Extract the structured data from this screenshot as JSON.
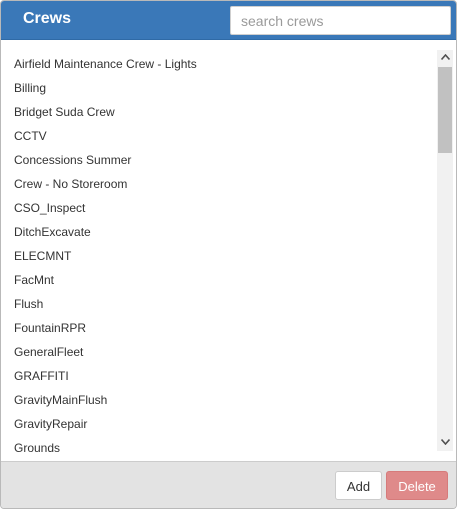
{
  "header": {
    "title": "Crews",
    "search_placeholder": "search crews",
    "search_value": ""
  },
  "crews": [
    "Airfield Maintenance Crew - Lights",
    "Billing",
    "Bridget Suda Crew",
    "CCTV",
    "Concessions Summer",
    "Crew - No Storeroom",
    "CSO_Inspect",
    "DitchExcavate",
    "ELECMNT",
    "FacMnt",
    "Flush",
    "FountainRPR",
    "GeneralFleet",
    "GRAFFITI",
    "GravityMainFlush",
    "GravityRepair",
    "Grounds"
  ],
  "footer": {
    "add_label": "Add",
    "delete_label": "Delete"
  },
  "icons": {
    "scroll_up": "chevron-up-icon",
    "scroll_down": "chevron-down-icon"
  },
  "colors": {
    "header": "#3a78b8",
    "delete_button": "#df8a8a"
  }
}
